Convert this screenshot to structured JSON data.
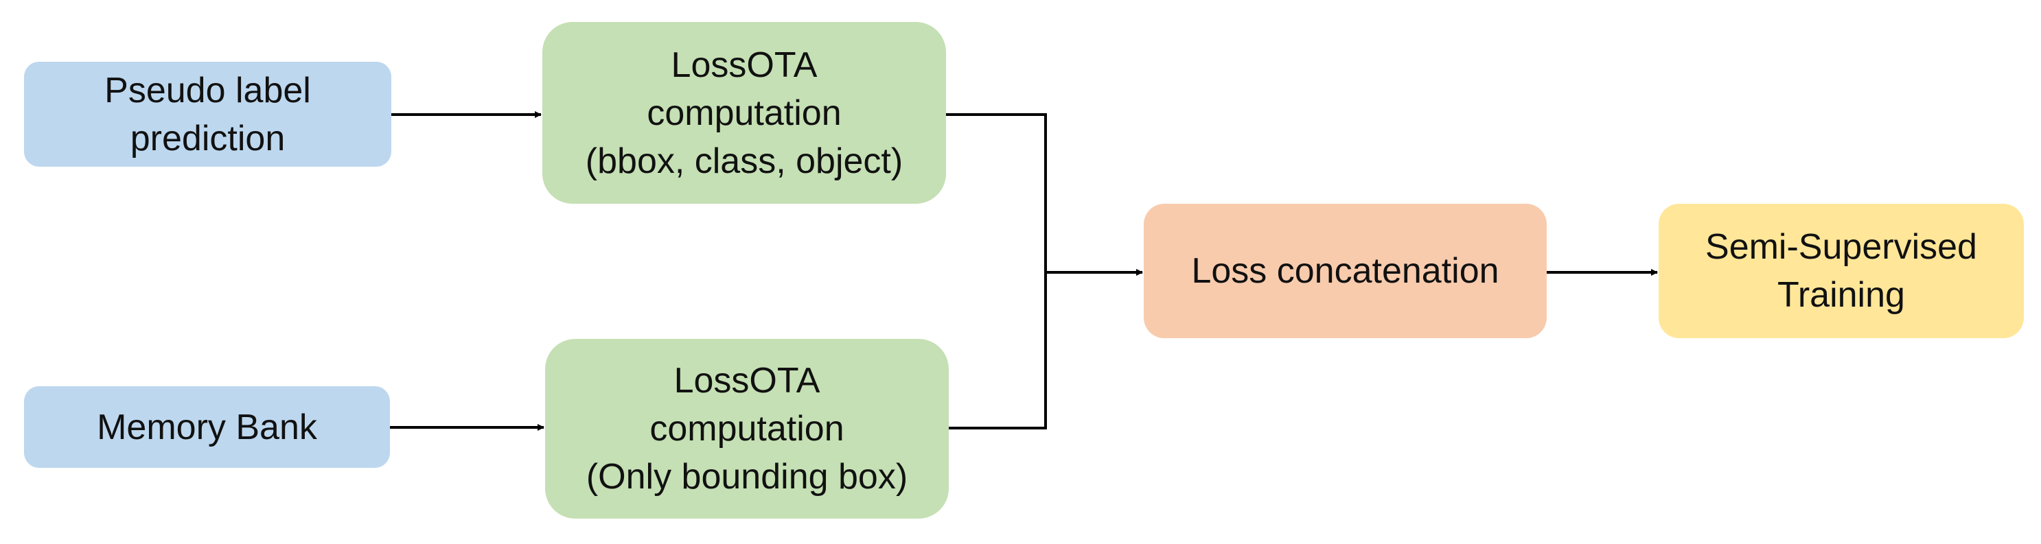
{
  "diagram": {
    "nodes": {
      "pseudo_label": {
        "label": "Pseudo label\nprediction",
        "color": "#bdd7ee"
      },
      "memory_bank": {
        "label": "Memory Bank",
        "color": "#bdd7ee"
      },
      "lossota_full": {
        "label": "LossOTA\ncomputation\n(bbox, class, object)",
        "color": "#c5e0b4"
      },
      "lossota_bbox": {
        "label": "LossOTA\ncomputation\n(Only bounding box)",
        "color": "#c5e0b4"
      },
      "loss_concat": {
        "label": "Loss concatenation",
        "color": "#f8cbad"
      },
      "semi_supervised": {
        "label": "Semi-Supervised\nTraining",
        "color": "#ffe699"
      }
    },
    "edges": [
      {
        "from": "pseudo_label",
        "to": "lossota_full"
      },
      {
        "from": "memory_bank",
        "to": "lossota_bbox"
      },
      {
        "from": "lossota_full",
        "to": "loss_concat"
      },
      {
        "from": "lossota_bbox",
        "to": "loss_concat"
      },
      {
        "from": "loss_concat",
        "to": "semi_supervised"
      }
    ]
  }
}
